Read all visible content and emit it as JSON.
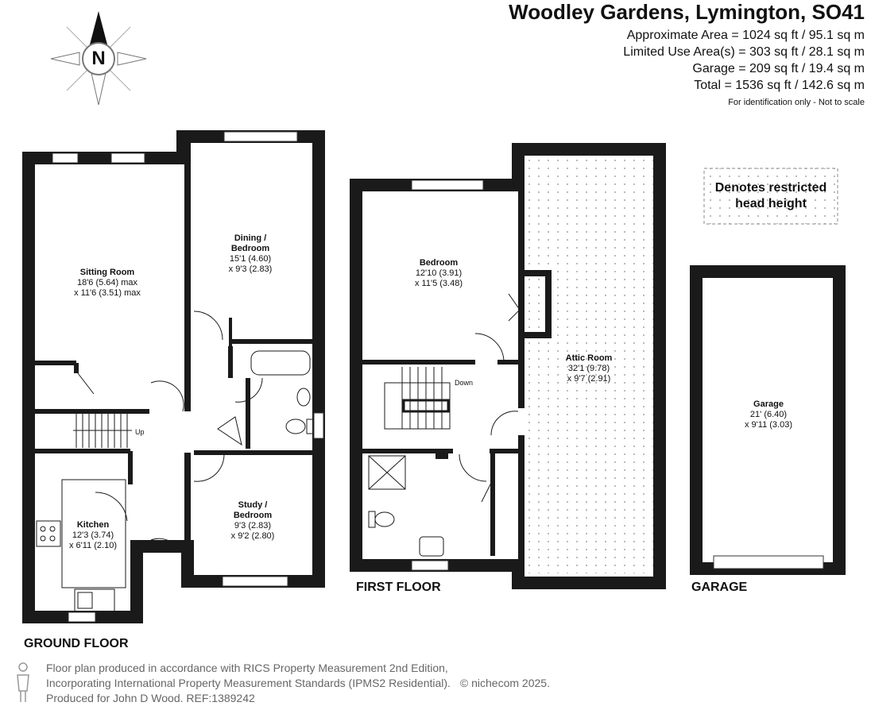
{
  "header": {
    "title": "Woodley Gardens, Lymington, SO41",
    "areas": [
      "Approximate Area = 1024 sq ft / 95.1 sq m",
      "Limited Use Area(s) = 303 sq ft / 28.1 sq m",
      "Garage = 209 sq ft / 19.4 sq m",
      "Total = 1536 sq ft / 142.6 sq m"
    ],
    "note": "For identification only - Not to scale"
  },
  "compass": {
    "letter": "N"
  },
  "legend": {
    "line1": "Denotes restricted",
    "line2": "head height"
  },
  "floors": {
    "ground": "GROUND FLOOR",
    "first": "FIRST FLOOR",
    "garage": "GARAGE"
  },
  "rooms": {
    "sitting": {
      "name": "Sitting Room",
      "dim1": "18'6 (5.64) max",
      "dim2": "x 11'6 (3.51) max"
    },
    "dining": {
      "name1": "Dining /",
      "name2": "Bedroom",
      "dim1": "15'1 (4.60)",
      "dim2": "x 9'3 (2.83)"
    },
    "study": {
      "name1": "Study /",
      "name2": "Bedroom",
      "dim1": "9'3 (2.83)",
      "dim2": "x 9'2 (2.80)"
    },
    "kitchen": {
      "name": "Kitchen",
      "dim1": "12'3 (3.74)",
      "dim2": "x 6'11 (2.10)"
    },
    "bedroom": {
      "name": "Bedroom",
      "dim1": "12'10 (3.91)",
      "dim2": "x 11'5 (3.48)"
    },
    "attic": {
      "name": "Attic Room",
      "dim1": "32'1 (9.78)",
      "dim2": "x 9'7 (2.91)"
    },
    "garage": {
      "name": "Garage",
      "dim1": "21' (6.40)",
      "dim2": "x 9'11 (3.03)"
    }
  },
  "stairs": {
    "up": "Up",
    "down": "Down"
  },
  "footer": {
    "line1": "Floor plan produced in accordance with RICS Property Measurement 2nd Edition,",
    "line2": "Incorporating International Property Measurement Standards (IPMS2 Residential).",
    "logo": "© nichecom 2025.",
    "line3": "Produced for John D Wood.   REF:1389242"
  }
}
